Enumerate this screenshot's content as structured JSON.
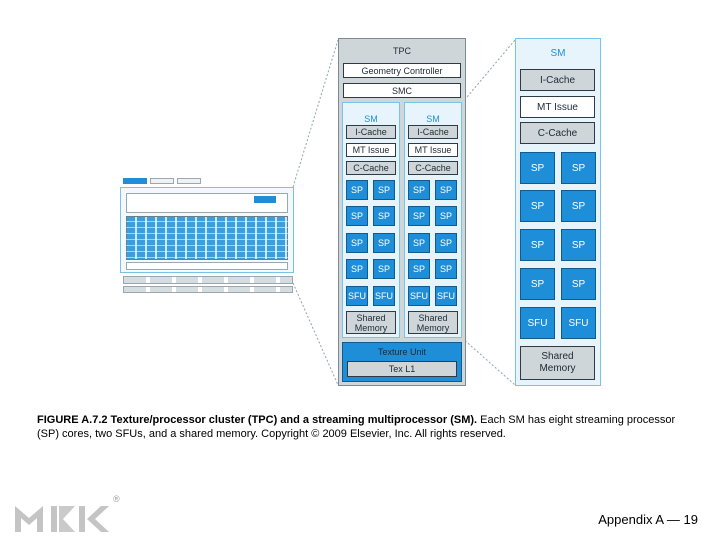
{
  "tpc": {
    "title": "TPC",
    "geometry_controller": "Geometry Controller",
    "smc": "SMC",
    "texture_unit": "Texture Unit",
    "tex_l1": "Tex L1"
  },
  "sm_small": {
    "title": "SM",
    "icache": "I-Cache",
    "mt_issue": "MT Issue",
    "ccache": "C-Cache",
    "sp": "SP",
    "sfu": "SFU",
    "shared_memory_line1": "Shared",
    "shared_memory_line2": "Memory"
  },
  "sm_big": {
    "title": "SM",
    "icache": "I-Cache",
    "mt_issue": "MT Issue",
    "ccache": "C-Cache",
    "sp": "SP",
    "sfu": "SFU",
    "shared_memory_line1": "Shared",
    "shared_memory_line2": "Memory"
  },
  "caption": {
    "bold": "FIGURE A.7.2 Texture/processor cluster (TPC) and a streaming multiprocessor (SM).",
    "rest": " Each SM has eight streaming processor (SP) cores, two SFUs, and a shared memory. Copyright © 2009 Elsevier, Inc. All rights reserved."
  },
  "footer": {
    "text": "Appendix A — 19"
  },
  "logo": {
    "registered": "®"
  },
  "colors": {
    "sp_blue": "#1f8ed9",
    "panel_border": "#7bc3e6",
    "panel_fill": "#e8f4fb",
    "logo_grey": "#c4c4c4"
  }
}
